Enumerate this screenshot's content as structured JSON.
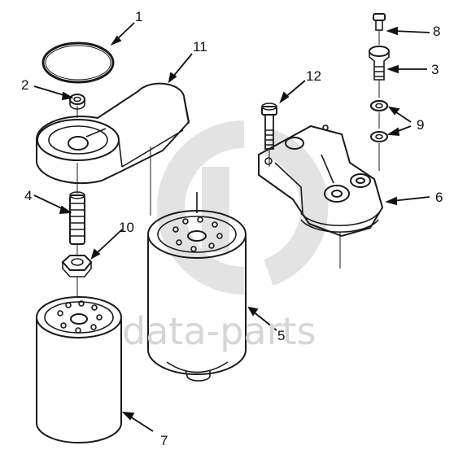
{
  "callouts": {
    "c1": "1",
    "c2": "2",
    "c3": "3",
    "c4": "4",
    "c5": "5",
    "c6": "6",
    "c7": "7",
    "c8": "8",
    "c9": "9",
    "c10": "10",
    "c11": "11",
    "c12": "12"
  },
  "watermark": {
    "text": "data-parts",
    "color": "#d6d6d6"
  },
  "colors": {
    "line": "#1a1a1a",
    "shade": "#555555",
    "watermark": "#d6d6d6"
  }
}
